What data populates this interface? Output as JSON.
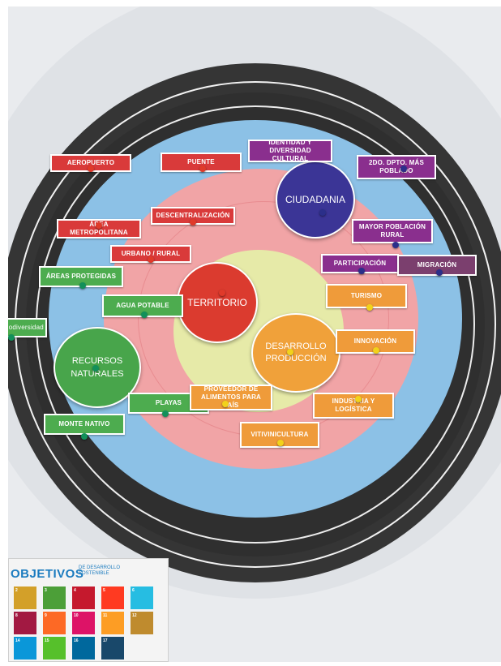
{
  "image": {
    "description_colors": {
      "outer_ring": "#3a3a3a",
      "blue_ring": "#8fc3e6",
      "pink_ring": "#f1a6a8",
      "yellow_center": "#e8eba6",
      "background": "#e9ebee"
    }
  },
  "circles": {
    "ciudadania": "CIUDADANIA",
    "territorio": "TERRITORIO",
    "desarrollo": "DESARROLLO PRODUCCIÓN",
    "recursos": "RECURSOS NATURALES"
  },
  "labels": {
    "aeropuerto": "AEROPUERTO",
    "puente": "PUENTE",
    "identidad": "IDENTIDAD Y DIVERSIDAD CULTURAL",
    "zdo": "2DO. DPTO. MÁS POBLADO",
    "area_metro": "ÁREA METROPOLITANA",
    "descentralizacion": "DESCENTRALIZACIÓN",
    "mayor_poblacion": "MAYOR POBLACIÓN RURAL",
    "urbano_rural": "URBANO / RURAL",
    "participacion": "PARTICIPACIÓN",
    "migracion": "MIGRACIÓN",
    "areas_protegidas": "ÁREAS PROTEGIDAS",
    "turismo": "TURISMO",
    "agua_potable": "AGUA POTABLE",
    "biodiversidad": "biodiversidad",
    "innovacion": "INNOVACIÓN",
    "playas": "PLAYAS",
    "proveedor": "PROVEEDOR DE ALIMENTOS PARA PAÍS",
    "industria": "INDUSTRIA Y LOGÍSTICA",
    "monte_nativo": "MONTE NATIVO",
    "vitivinicultura": "VITIVINICULTURA"
  },
  "sdg_poster": {
    "title": "OBJETIVOS",
    "subtitle": "DE DESARROLLO SOSTENIBLE",
    "tiles": [
      {
        "n": "2",
        "color": "#d3a029"
      },
      {
        "n": "3",
        "color": "#4c9f38"
      },
      {
        "n": "4",
        "color": "#c5192d"
      },
      {
        "n": "5",
        "color": "#ff3a21"
      },
      {
        "n": "6",
        "color": "#26bde2"
      },
      {
        "n": "8",
        "color": "#a21942"
      },
      {
        "n": "9",
        "color": "#fd6925"
      },
      {
        "n": "10",
        "color": "#dd1367"
      },
      {
        "n": "11",
        "color": "#fd9d24"
      },
      {
        "n": "12",
        "color": "#bf8b2e"
      },
      {
        "n": "14",
        "color": "#0a97d9"
      },
      {
        "n": "15",
        "color": "#56c02b"
      },
      {
        "n": "16",
        "color": "#00689d"
      },
      {
        "n": "17",
        "color": "#19486a"
      }
    ]
  }
}
